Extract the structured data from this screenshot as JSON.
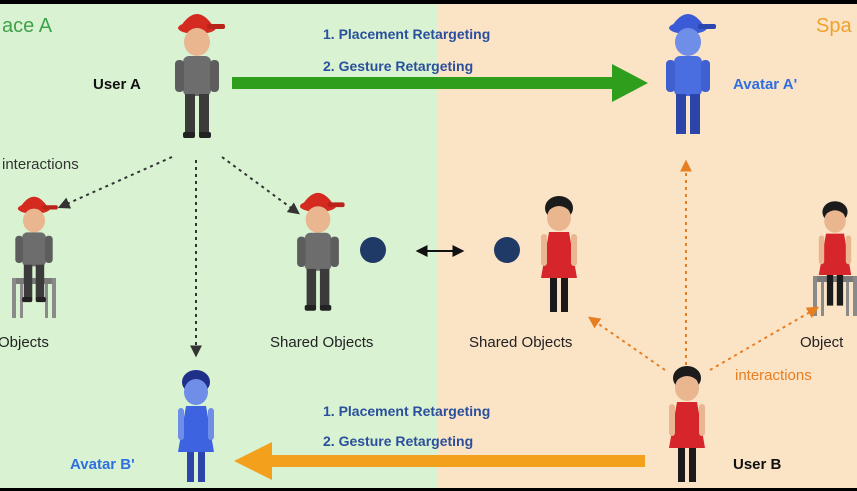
{
  "space_a": {
    "title": "ace A",
    "bg": "#d9f3d2"
  },
  "space_b": {
    "title": "Spa",
    "bg": "#fbe3c6"
  },
  "top_arrow": {
    "step1": "1.  Placement Retargeting",
    "step2": "2.  Gesture Retargeting",
    "color": "#2e9e1c"
  },
  "bottom_arrow": {
    "step1": "1.  Placement Retargeting",
    "step2": "2.  Gesture Retargeting",
    "color": "#f3a01c"
  },
  "user_a": {
    "label": "User A"
  },
  "avatar_a": {
    "label": "Avatar A'"
  },
  "user_b": {
    "label": "User B"
  },
  "avatar_b": {
    "label": "Avatar B'"
  },
  "left_interactions": "interactions",
  "right_interactions": "interactions",
  "left_objects": "Objects",
  "right_objects": "Object",
  "shared_left": "Shared Objects",
  "shared_right": "Shared Objects",
  "icons": {
    "user_a": "boy-red-cap-figure",
    "avatar_a": "blue-avatar-boy-figure",
    "user_b": "girl-red-dress-figure",
    "avatar_b": "blue-avatar-girl-figure",
    "ball": "dark-blue-ball",
    "chair": "chair-icon"
  }
}
